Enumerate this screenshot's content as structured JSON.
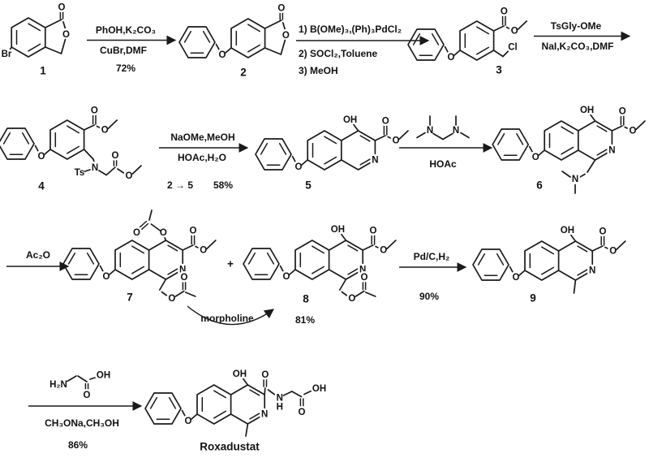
{
  "atoms": {
    "O": "O",
    "N": "N",
    "OH": "OH",
    "Br": "Br",
    "Cl": "Cl",
    "Ts": "Ts",
    "H2N": "H₂N",
    "H": "H"
  },
  "compounds": {
    "c1": {
      "label": "1"
    },
    "c2": {
      "label": "2"
    },
    "c3": {
      "label": "3"
    },
    "c4": {
      "label": "4"
    },
    "c5": {
      "label": "5"
    },
    "c6": {
      "label": "6"
    },
    "c7": {
      "label": "7"
    },
    "c8": {
      "label": "8"
    },
    "c9": {
      "label": "9"
    },
    "rox": {
      "label": "Roxadustat"
    }
  },
  "steps": {
    "s1": {
      "above": "PhOH,K₂CO₃",
      "below": "CuBr,DMF",
      "yield": "72%"
    },
    "s2": {
      "line1": "1) B(OMe)₃,(Ph)₃PdCl₂",
      "line2": "2) SOCl₂,Toluene",
      "line3": "3) MeOH"
    },
    "s3": {
      "above": "TsGly-OMe",
      "below": "NaI,K₂CO₃,DMF"
    },
    "s4": {
      "above": "NaOMe,MeOH",
      "below": "HOAc,H₂O",
      "note": "2 → 5",
      "yield": "58%"
    },
    "s5": {
      "below": "HOAc"
    },
    "s6": {
      "above": "Ac₂O"
    },
    "s7": {
      "above": "Pd/C,H₂",
      "yield": "90%"
    },
    "s8": {
      "below": "CH₃ONa,CH₃OH",
      "yield": "86%"
    },
    "morpholine": {
      "label": "morpholine",
      "yield": "81%"
    },
    "plus": "+"
  }
}
